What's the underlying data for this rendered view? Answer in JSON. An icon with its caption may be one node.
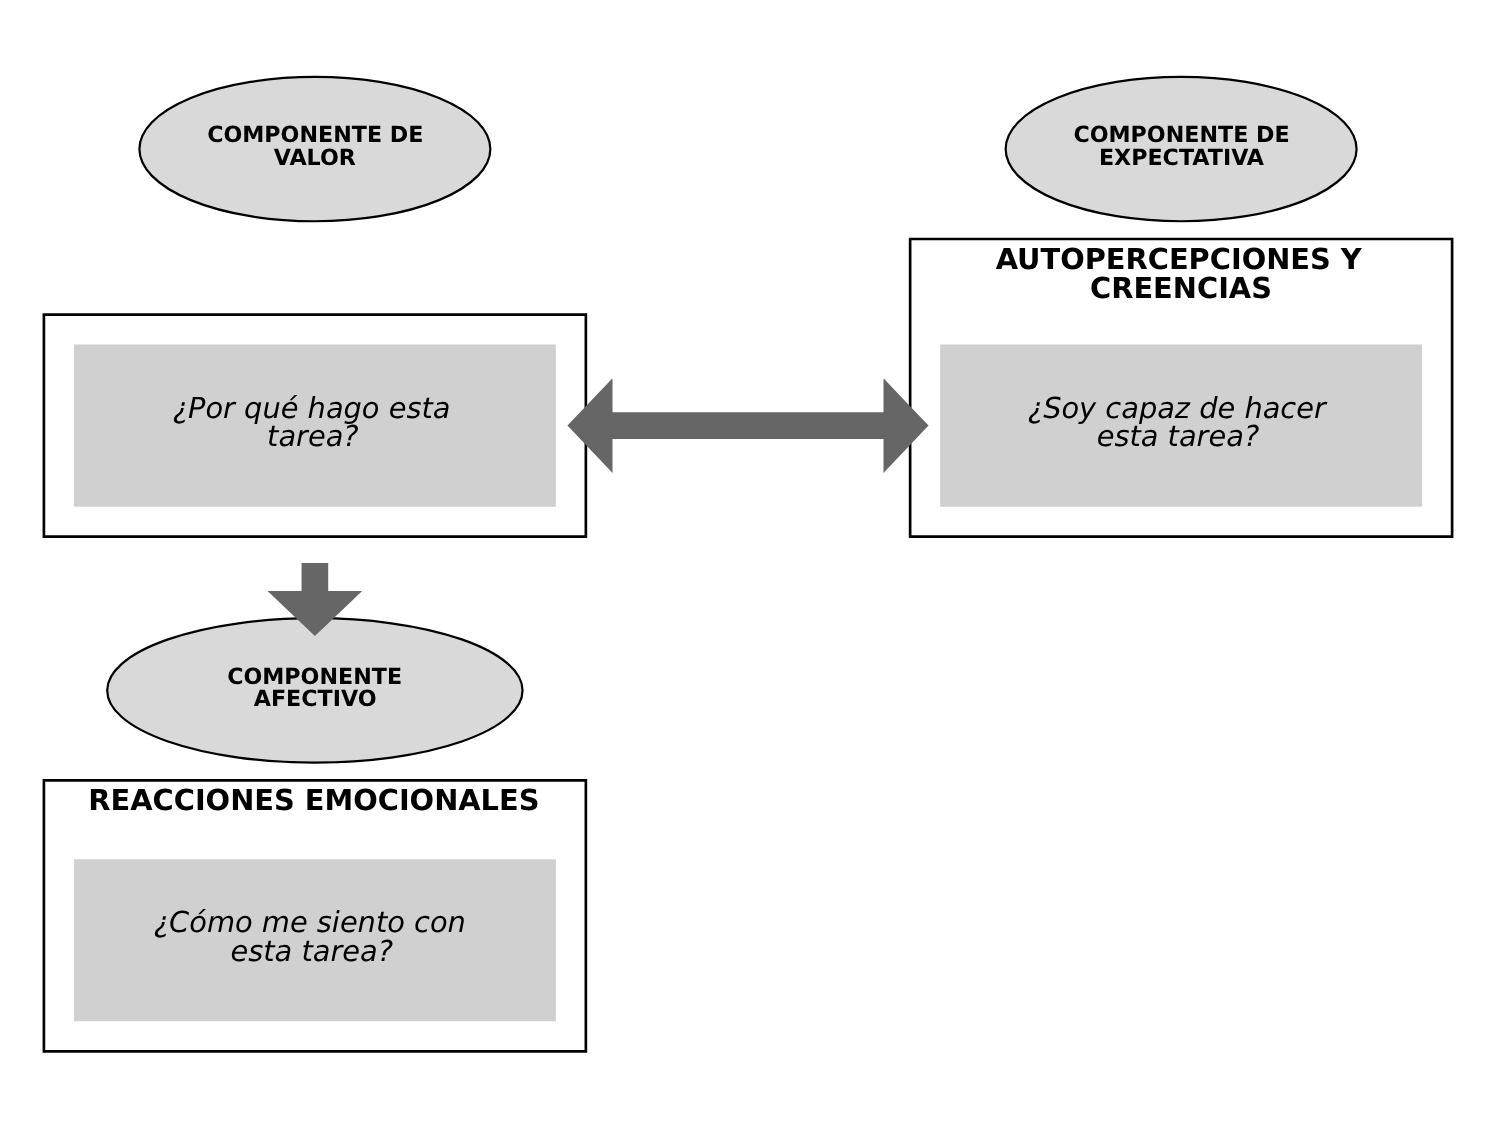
{
  "diagram": {
    "nodes": [
      {
        "text": [
          "COMPONENTE DE VALOR"
        ]
      },
      {
        "text": [],
        "shape": "box"
      },
      {
        "text": [
          "¿Por qué hago esta tarea?"
        ],
        "in": 1
      },
      {
        "text": [
          "COMPONENTE DE EXPECTATIVA"
        ]
      },
      {
        "text": [
          "AUTOPERCEPCIONES Y CREENCIAS"
        ]
      },
      {
        "text": [
          "¿Soy capaz de hacer esta tarea?"
        ],
        "in": 4
      },
      {
        "text": [
          "COMPONENTE AFECTIVO"
        ]
      },
      {
        "text": [
          "REACCIONES EMOCIONALES"
        ]
      },
      {
        "text": [
          "¿Cómo me siento con esta tarea?"
        ],
        "in": 7
      }
    ],
    "edges": [
      {
        "from": 1,
        "to": 4,
        "arrow": "both"
      },
      {
        "from": null,
        "to": 6,
        "arrow": "to"
      }
    ]
  }
}
